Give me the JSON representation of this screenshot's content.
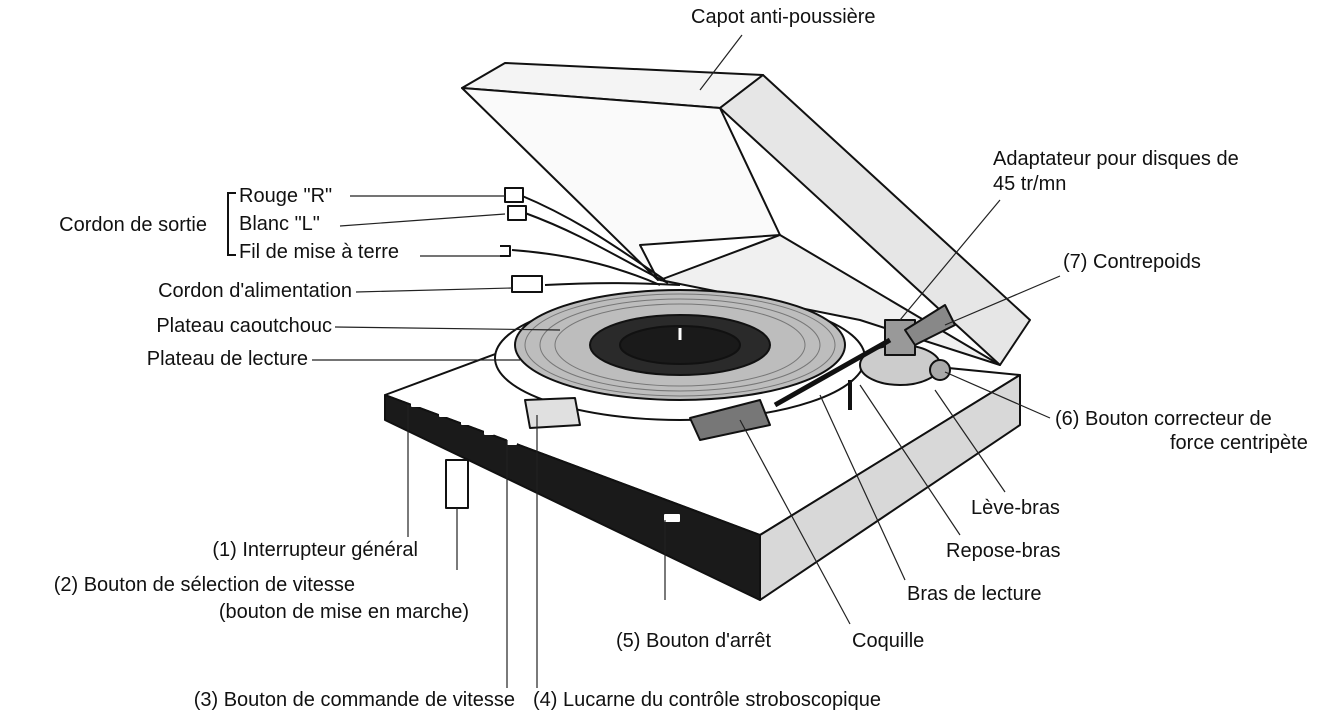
{
  "diagram": {
    "labels": {
      "dust_cover": "Capot anti-poussière",
      "adapter": "Adaptateur pour disques de",
      "adapter_line2": "45 tr/mn",
      "output_cord": "Cordon de sortie",
      "red": "Rouge \"R\"",
      "white": "Blanc \"L\"",
      "ground": "Fil de mise à terre",
      "power_cord": "Cordon d'alimentation",
      "rubber_mat": "Plateau caoutchouc",
      "platter": "Plateau de lecture",
      "counterweight": "(7) Contrepoids",
      "antiskate": "(6) Bouton correcteur de",
      "antiskate_line2": "force centripète",
      "arm_lift": "Lève-bras",
      "arm_rest": "Repose-bras",
      "tonearm": "Bras de lecture",
      "headshell": "Coquille",
      "stop_button": "(5) Bouton d'arrêt",
      "power_switch": "(1) Interrupteur général",
      "speed_select": "(2) Bouton de sélection de vitesse",
      "speed_select_line2": "(bouton de mise en marche)",
      "speed_control": "(3) Bouton de commande de vitesse",
      "strobe_window": "(4) Lucarne du contrôle stroboscopique"
    }
  }
}
